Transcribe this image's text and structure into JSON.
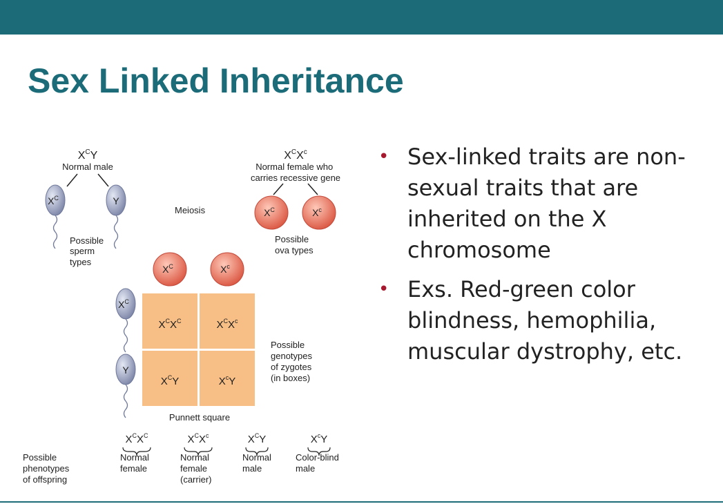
{
  "slide": {
    "title": "Sex Linked Inheritance",
    "bullets": [
      "Sex-linked traits are non-sexual traits that are inherited on the X chromosome",
      "Exs. Red-green color blindness, hemophilia, muscular dystrophy, etc."
    ]
  },
  "diagram": {
    "male": {
      "base": "X",
      "allele": "C",
      "y": "Y",
      "label": "Normal male"
    },
    "female": {
      "base": "X",
      "allele1": "C",
      "allele2": "c",
      "label_line1": "Normal female who",
      "label_line2": "carries recessive gene"
    },
    "meiosis_label": "Meiosis",
    "sperm": [
      {
        "base": "X",
        "allele": "C"
      },
      {
        "base": "Y",
        "allele": ""
      }
    ],
    "sperm_label": [
      "Possible",
      "sperm",
      "types"
    ],
    "ova": [
      {
        "base": "X",
        "allele": "C"
      },
      {
        "base": "X",
        "allele": "c"
      }
    ],
    "ova_label": [
      "Possible",
      "ova types"
    ],
    "punnett_label": "Punnett square",
    "genotype_label": [
      "Possible",
      "genotypes",
      "of zygotes",
      "(in boxes)"
    ],
    "phenotype_label": [
      "Possible",
      "phenotypes",
      "of offspring"
    ],
    "offspring": [
      {
        "genotype": "XCXC",
        "phenotype": [
          "Normal",
          "female"
        ]
      },
      {
        "genotype": "XCXc",
        "phenotype": [
          "Normal",
          "female",
          "(carrier)"
        ]
      },
      {
        "genotype": "XCY",
        "phenotype": [
          "Normal",
          "male"
        ]
      },
      {
        "genotype": "XcY",
        "phenotype": [
          "Color-blind",
          "male"
        ]
      }
    ],
    "colors": {
      "sperm": "#8f98b8",
      "ovum": "#e4725f",
      "punnett": "#f7be85",
      "accent": "#1b6b78",
      "bullet": "#a6192e"
    }
  }
}
